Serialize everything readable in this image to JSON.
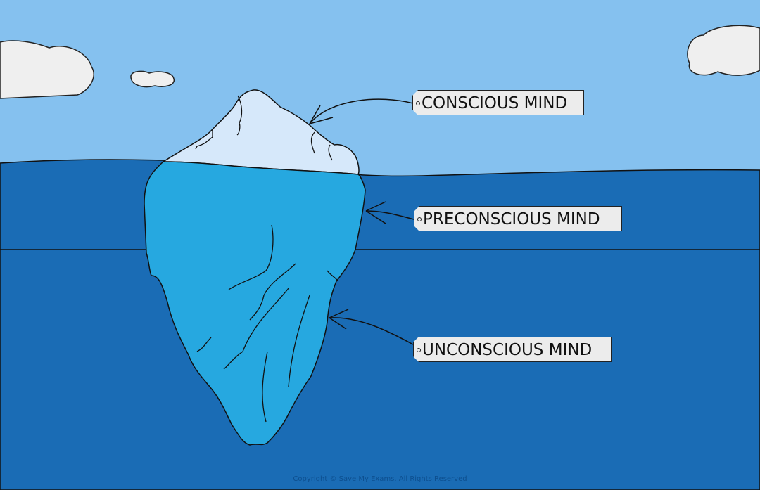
{
  "labels": {
    "conscious": "CONSCIOUS MIND",
    "preconscious": "PRECONSCIOUS MIND",
    "unconscious": "UNCONSCIOUS MIND"
  },
  "copyright": "Copyright © Save My Exams. All Rights Reserved",
  "colors": {
    "sky": "#85c1ef",
    "sea": "#1a6cb5",
    "ice_above": "#d6e8fa",
    "ice_below": "#26a8e0",
    "tag": "#ececec"
  }
}
